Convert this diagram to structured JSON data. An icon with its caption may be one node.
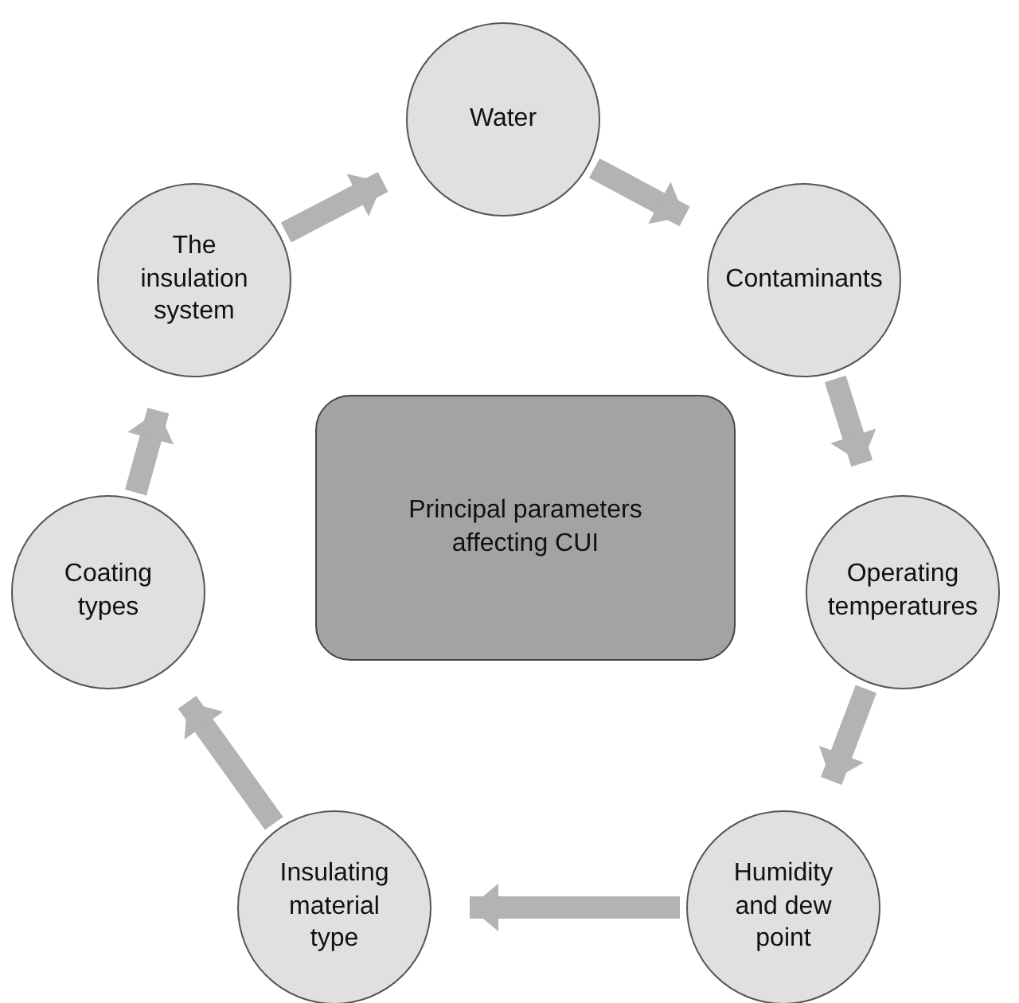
{
  "diagram": {
    "nodes": [
      {
        "text": [
          "Principal parameters affecting CUI"
        ]
      },
      {
        "text": [
          "Water"
        ]
      },
      {
        "text": [
          "Contaminants"
        ]
      },
      {
        "text": [
          "Operating temperatures"
        ]
      },
      {
        "text": [
          "Humidity and dew point"
        ]
      },
      {
        "text": [
          "Insulating material type"
        ]
      },
      {
        "text": [
          "Coating types"
        ]
      },
      {
        "text": [
          "The insulation system"
        ]
      }
    ],
    "edges": [
      {
        "from": 1,
        "to": 2,
        "arrow": "to"
      },
      {
        "from": 2,
        "to": 3,
        "arrow": "to"
      },
      {
        "from": 3,
        "to": 4,
        "arrow": "to"
      },
      {
        "from": 4,
        "to": 5,
        "arrow": "to"
      },
      {
        "from": 5,
        "to": 6,
        "arrow": "to"
      },
      {
        "from": 6,
        "to": 7,
        "arrow": "to"
      },
      {
        "from": 7,
        "to": 1,
        "arrow": "to"
      }
    ]
  }
}
